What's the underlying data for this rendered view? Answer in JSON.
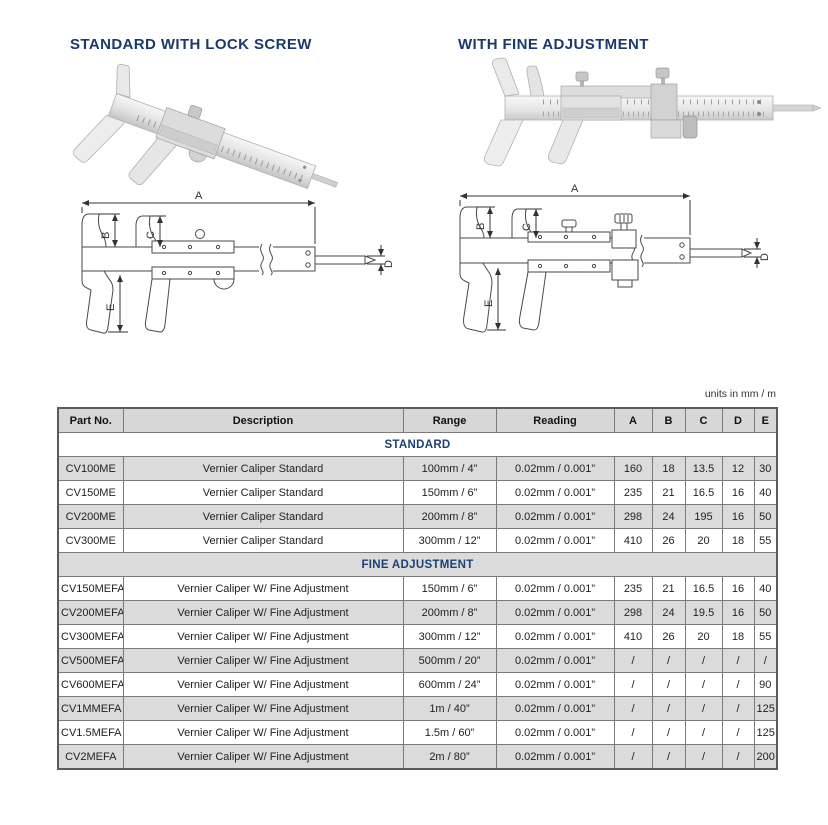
{
  "headings": {
    "standard": "STANDARD WITH LOCK SCREW",
    "fine": "WITH FINE ADJUSTMENT"
  },
  "units_note": "units in mm / m",
  "diagram_labels": {
    "a": "A",
    "b": "B",
    "c": "C",
    "d": "D",
    "e": "E"
  },
  "table": {
    "columns": [
      "Part No.",
      "Description",
      "Range",
      "Reading",
      "A",
      "B",
      "C",
      "D",
      "E"
    ],
    "sections": [
      {
        "label": "STANDARD",
        "rows": [
          [
            "CV100ME",
            "Vernier Caliper Standard",
            "100mm / 4”",
            "0.02mm / 0.001”",
            "160",
            "18",
            "13.5",
            "12",
            "30"
          ],
          [
            "CV150ME",
            "Vernier Caliper Standard",
            "150mm / 6”",
            "0.02mm / 0.001”",
            "235",
            "21",
            "16.5",
            "16",
            "40"
          ],
          [
            "CV200ME",
            "Vernier Caliper Standard",
            "200mm / 8”",
            "0.02mm / 0.001”",
            "298",
            "24",
            "195",
            "16",
            "50"
          ],
          [
            "CV300ME",
            "Vernier Caliper Standard",
            "300mm / 12”",
            "0.02mm / 0.001”",
            "410",
            "26",
            "20",
            "18",
            "55"
          ]
        ]
      },
      {
        "label": "FINE ADJUSTMENT",
        "rows": [
          [
            "CV150MEFA",
            "Vernier Caliper W/ Fine Adjustment",
            "150mm / 6”",
            "0.02mm / 0.001”",
            "235",
            "21",
            "16.5",
            "16",
            "40"
          ],
          [
            "CV200MEFA",
            "Vernier Caliper W/ Fine Adjustment",
            "200mm / 8”",
            "0.02mm / 0.001”",
            "298",
            "24",
            "19.5",
            "16",
            "50"
          ],
          [
            "CV300MEFA",
            "Vernier Caliper W/ Fine Adjustment",
            "300mm / 12”",
            "0.02mm / 0.001”",
            "410",
            "26",
            "20",
            "18",
            "55"
          ],
          [
            "CV500MEFA",
            "Vernier Caliper W/ Fine Adjustment",
            "500mm / 20”",
            "0.02mm / 0.001”",
            "/",
            "/",
            "/",
            "/",
            "/"
          ],
          [
            "CV600MEFA",
            "Vernier Caliper W/ Fine Adjustment",
            "600mm / 24”",
            "0.02mm / 0.001”",
            "/",
            "/",
            "/",
            "/",
            "90"
          ],
          [
            "CV1MMEFA",
            "Vernier Caliper W/ Fine Adjustment",
            "1m / 40”",
            "0.02mm / 0.001”",
            "/",
            "/",
            "/",
            "/",
            "125"
          ],
          [
            "CV1.5MEFA",
            "Vernier Caliper W/ Fine Adjustment",
            "1.5m / 60”",
            "0.02mm / 0.001”",
            "/",
            "/",
            "/",
            "/",
            "125"
          ],
          [
            "CV2MEFA",
            "Vernier Caliper W/ Fine Adjustment",
            "2m / 80”",
            "0.02mm / 0.001”",
            "/",
            "/",
            "/",
            "/",
            "200"
          ]
        ]
      }
    ]
  },
  "colors": {
    "accent_navy": "#1a3a6b",
    "row_gray": "#dbdbdb",
    "table_border": "#7a7a7a"
  }
}
